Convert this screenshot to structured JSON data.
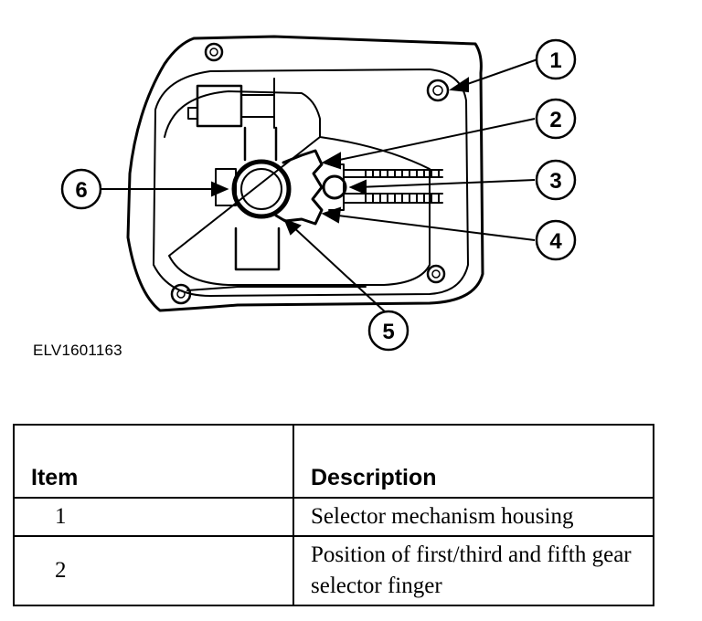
{
  "figure": {
    "code": "ELV1601163",
    "callouts": [
      "1",
      "2",
      "3",
      "4",
      "5",
      "6"
    ]
  },
  "table": {
    "headers": {
      "item": "Item",
      "description": "Description"
    },
    "rows": [
      {
        "item": "1",
        "description": "Selector mechanism housing"
      },
      {
        "item": "2",
        "description": "Position of first/third and fifth gear selector finger"
      }
    ]
  }
}
